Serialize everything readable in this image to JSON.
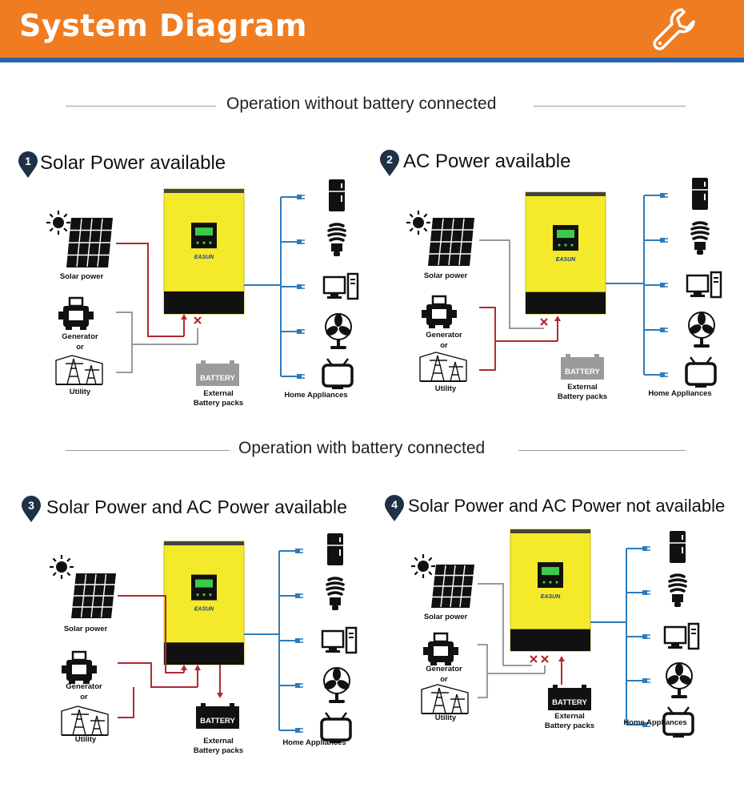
{
  "header": {
    "title": "System Diagram",
    "icon": "wrench-icon",
    "bg_color": "#f07c22",
    "stripe_color": "#2a63a8"
  },
  "sections": [
    {
      "title": "Operation without battery connected"
    },
    {
      "title": "Operation with battery connected"
    }
  ],
  "scenarios": [
    {
      "number": "1",
      "title": "Solar Power available"
    },
    {
      "number": "2",
      "title": "AC Power available"
    },
    {
      "number": "3",
      "title": "Solar Power and AC Power available"
    },
    {
      "number": "4",
      "title": "Solar Power and AC Power not available"
    }
  ],
  "labels": {
    "solar": "Solar power",
    "generator": "Generator",
    "or": "or",
    "utility": "Utility",
    "battery": "BATTERY",
    "external1": "External",
    "external2": "Battery packs",
    "appliances": "Home Appliances",
    "brand": "EASUN"
  },
  "colors": {
    "inverter_yellow": "#f5ea2a",
    "active_line": "#b02a30",
    "inactive_line": "#9a9a9a",
    "appliance_line": "#2b7bbd",
    "badge": "#1e3147"
  }
}
